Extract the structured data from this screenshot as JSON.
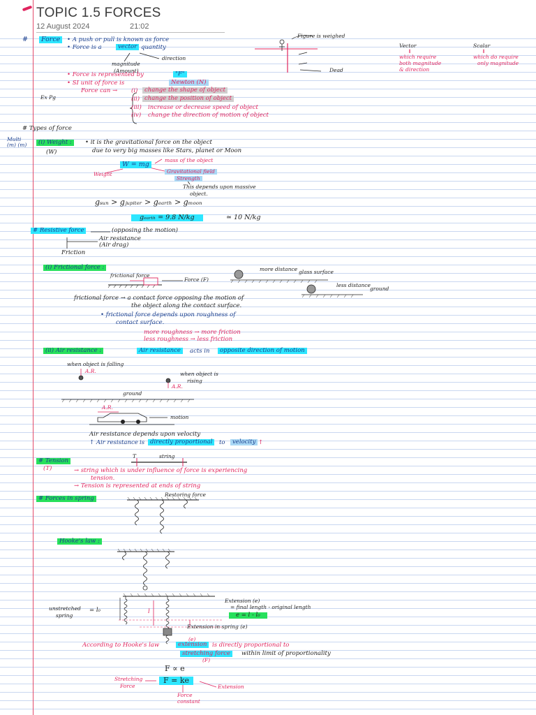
{
  "header": {
    "title": "TOPIC 1.5 FORCES",
    "date": "12 August 2024",
    "time": "21:02"
  },
  "force": {
    "hash": "#",
    "label": "Force",
    "def": "• A push or pull is known as force",
    "vector_a": "• Force is a",
    "vector_word": "vector",
    "vector_b": "quantity",
    "magnitude": "magnitude",
    "amount": "(Amount)",
    "direction": "direction",
    "represented_a": "• Force is represented by",
    "represented_sym": "\"F\"",
    "si_a": "• SI unit of force is",
    "si_unit": "Newton (N)",
    "can": "Force can →",
    "effects": [
      "change the shape of object",
      "change the position of object",
      "increase or decrease speed of object",
      "change the direction of motion of object"
    ],
    "effect_nums": [
      "(i)",
      "(ii)",
      "(iii)",
      "(iv)"
    ],
    "side_note": "Ex Pg",
    "figure_label": "Figure is weighed",
    "dead": "Dead",
    "vector_col": {
      "head": "Vector",
      "arrow": "⇓",
      "body": [
        "which require",
        "both magnitude",
        "& direction"
      ]
    },
    "scalar_col": {
      "head": "Scalar",
      "arrow": "⇓",
      "body": [
        "which do require",
        "only magnitude"
      ]
    }
  },
  "types": {
    "heading": "# Types of force",
    "margin_note": "Multi (m) (m)",
    "weight": {
      "label": "(i) Weight :",
      "sym": "(W)",
      "desc1": "• it is the gravitational force on the object",
      "desc2": "due to very big masses like Stars, planet or Moon",
      "formula": "W = mg",
      "weight_word": "Weight",
      "mass": "mass of the object",
      "gfs": "Gravitational field",
      "strength": "Strength",
      "depends1": "This depends upon massive",
      "depends2": "object.",
      "order": "gₛᵤₙ  >  gⱼᵤₚᵢₜₑᵣ  >  gₑₐᵣₜₕ  >  gₘₒₒₙ",
      "earth_val": "gₑₐᵣₜₕ  =  9.8 N/kg",
      "approx": "≃  10 N/kg"
    }
  },
  "resistive": {
    "label": "# Resistive force",
    "opposing": "(opposing the motion)",
    "air": "Air resistance",
    "drag": "(Air drag)",
    "friction": "Friction"
  },
  "frictional": {
    "label": "(i) Frictional force :",
    "fig_label": "frictional force",
    "force_f": "Force (F)",
    "more_dist": "more distance",
    "glass": "glass surface",
    "less_dist": "less distance",
    "ground": "ground",
    "def1": "frictional force  →  a contact force opposing the motion of",
    "def2": "the object along the contact surface.",
    "dep1": "• frictional force depends upon roughness of",
    "dep2": "contact surface.",
    "more_rough": "more roughness   →   more friction",
    "less_rough": "less roughness   →   less friction"
  },
  "air_res": {
    "label": "(ii) Air resistance :",
    "stmt_a": "Air resistance",
    "stmt_b": "acts in",
    "stmt_c": "opposite direction of motion",
    "falling": "when object is falling",
    "rising1": "when object is",
    "rising2": "rising",
    "ar": "A.R.",
    "ground": "ground",
    "motion": "motion",
    "dep": "Air resistance depends upon velocity",
    "prop_a": "↑ Air resistance",
    "prop_b": "is",
    "prop_c": "directly proportional",
    "prop_d": "to",
    "prop_e": "velocity",
    "prop_f": "↑"
  },
  "tension": {
    "label": "# Tension",
    "sym": "(T)",
    "t": "T",
    "string": "string",
    "line1": "→  string which is under influence of force is experiencing",
    "line2": "tension.",
    "line3": "→  Tension is represented at ends of string"
  },
  "spring": {
    "label": "# Forces in spring",
    "restoring": "Restoring force",
    "hooke": "Hooke's law :",
    "unstretched1": "unstretched",
    "unstretched2": "spring",
    "eq_l0": "= l₀",
    "l_mark": "l",
    "extension": "Extension (e)",
    "ext_formula": "= final length - original length",
    "e_box": "e  =   l   -   l₀",
    "ext_spring": "Extension in spring (e)",
    "law_a": "According to Hooke's law",
    "law_b": "extension",
    "law_e": "(e)",
    "law_c": "is directly proportional to",
    "law_d": "stretching force",
    "law_f": "within limit of proportionality",
    "law_g": "(F)",
    "prop": "F ∝ e",
    "final": "F = ke",
    "stretching1": "Stretching",
    "stretching2": "Force",
    "constant1": "Force",
    "constant2": "constant",
    "ext_word": "Extension"
  }
}
